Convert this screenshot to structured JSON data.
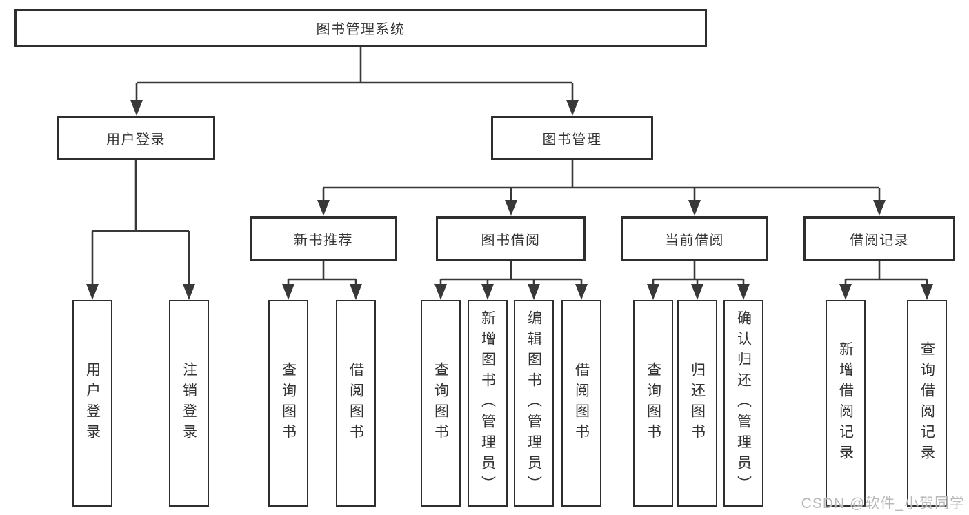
{
  "root": {
    "label": "图书管理系统"
  },
  "branches": [
    {
      "label": "用户登录",
      "children": [
        {
          "label": "用户登录"
        },
        {
          "label": "注销登录"
        }
      ]
    },
    {
      "label": "图书管理",
      "children": [
        {
          "label": "新书推荐",
          "children": [
            {
              "label": "查询图书"
            },
            {
              "label": "借阅图书"
            }
          ]
        },
        {
          "label": "图书借阅",
          "children": [
            {
              "label": "查询图书"
            },
            {
              "label": "新增图书（管理员）"
            },
            {
              "label": "编辑图书（管理员）"
            },
            {
              "label": "借阅图书"
            }
          ]
        },
        {
          "label": "当前借阅",
          "children": [
            {
              "label": "查询图书"
            },
            {
              "label": "归还图书"
            },
            {
              "label": "确认归还（管理员）"
            }
          ]
        },
        {
          "label": "借阅记录",
          "children": [
            {
              "label": "新增借阅记录"
            },
            {
              "label": "查询借阅记录"
            }
          ]
        }
      ]
    }
  ],
  "watermark": "CSDN @软件_小贺同学",
  "colors": {
    "line": "#383838",
    "box_border": "#2e2e2e",
    "text": "#333333",
    "watermark": "#b8b8b8"
  }
}
